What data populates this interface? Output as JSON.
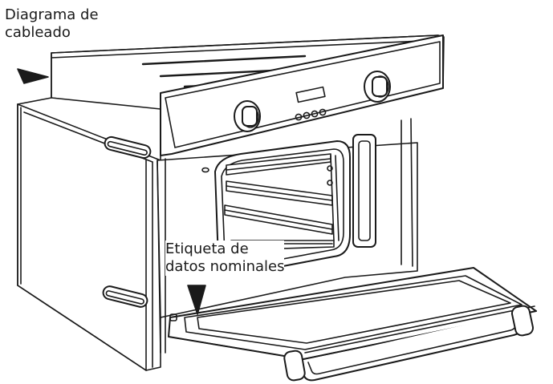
{
  "labels": {
    "wiring_diagram": [
      "Diagrama de",
      "cableado"
    ],
    "rating_plate": [
      "Etiqueta de",
      "datos nominales"
    ]
  },
  "colors": {
    "stroke": "#1a1a1a",
    "background": "#ffffff",
    "arrow": "#1a1a1a"
  }
}
